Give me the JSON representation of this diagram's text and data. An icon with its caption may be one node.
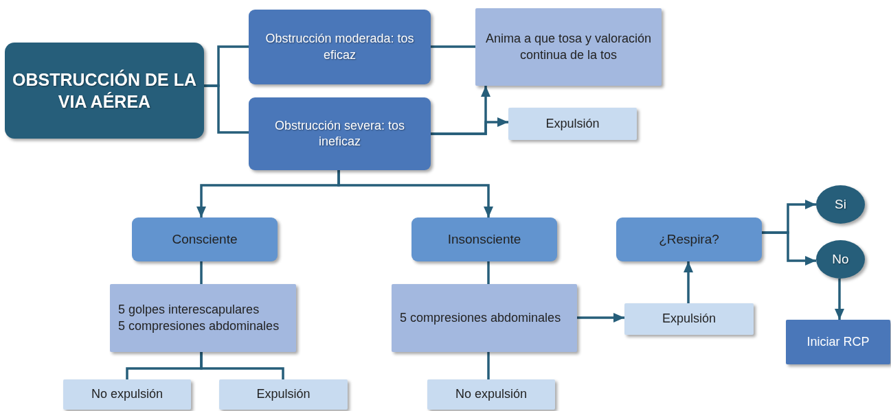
{
  "diagram": {
    "nodes": [
      {
        "text": [
          "OBSTRUCCIÓN DE LA VIA AÉREA"
        ]
      },
      {
        "text": [
          "Obstrucción moderada: tos eficaz"
        ]
      },
      {
        "text": [
          "Obstrucción severa: tos ineficaz"
        ]
      },
      {
        "text": [
          "Anima a que tosa y valoración continua de la tos"
        ]
      },
      {
        "text": [
          "Expulsión"
        ]
      },
      {
        "text": [
          "Consciente"
        ]
      },
      {
        "text": [
          "Insonsciente"
        ]
      },
      {
        "text": [
          "5 golpes interescapulares",
          "5 compresiones abdominales"
        ]
      },
      {
        "text": [
          "5 compresiones abdominales"
        ]
      },
      {
        "text": [
          "No expulsión"
        ]
      },
      {
        "text": [
          "Expulsión"
        ]
      },
      {
        "text": [
          "No expulsión"
        ]
      },
      {
        "text": [
          "Expulsión"
        ]
      },
      {
        "text": [
          "¿Respira?"
        ]
      },
      {
        "text": [
          "Si"
        ]
      },
      {
        "text": [
          "No"
        ]
      },
      {
        "text": [
          "Iniciar RCP"
        ]
      }
    ],
    "edges": [
      {
        "from": 0,
        "to": 1,
        "arrow": "none"
      },
      {
        "from": 0,
        "to": 2,
        "arrow": "none"
      },
      {
        "from": 1,
        "to": 3,
        "arrow": "none"
      },
      {
        "from": 2,
        "to": 3,
        "arrow": "to"
      },
      {
        "from": 2,
        "to": 4,
        "arrow": "to"
      },
      {
        "from": 2,
        "to": 5,
        "arrow": "to"
      },
      {
        "from": 2,
        "to": 6,
        "arrow": "to"
      },
      {
        "from": 5,
        "to": 7,
        "arrow": "none"
      },
      {
        "from": 7,
        "to": 9,
        "arrow": "none"
      },
      {
        "from": 7,
        "to": 10,
        "arrow": "none"
      },
      {
        "from": 6,
        "to": 8,
        "arrow": "none"
      },
      {
        "from": 8,
        "to": 11,
        "arrow": "none"
      },
      {
        "from": 8,
        "to": 12,
        "arrow": "to"
      },
      {
        "from": 12,
        "to": 13,
        "arrow": "to"
      },
      {
        "from": 13,
        "to": 14,
        "arrow": "to"
      },
      {
        "from": 13,
        "to": 15,
        "arrow": "to"
      },
      {
        "from": 15,
        "to": 16,
        "arrow": "to"
      }
    ]
  }
}
